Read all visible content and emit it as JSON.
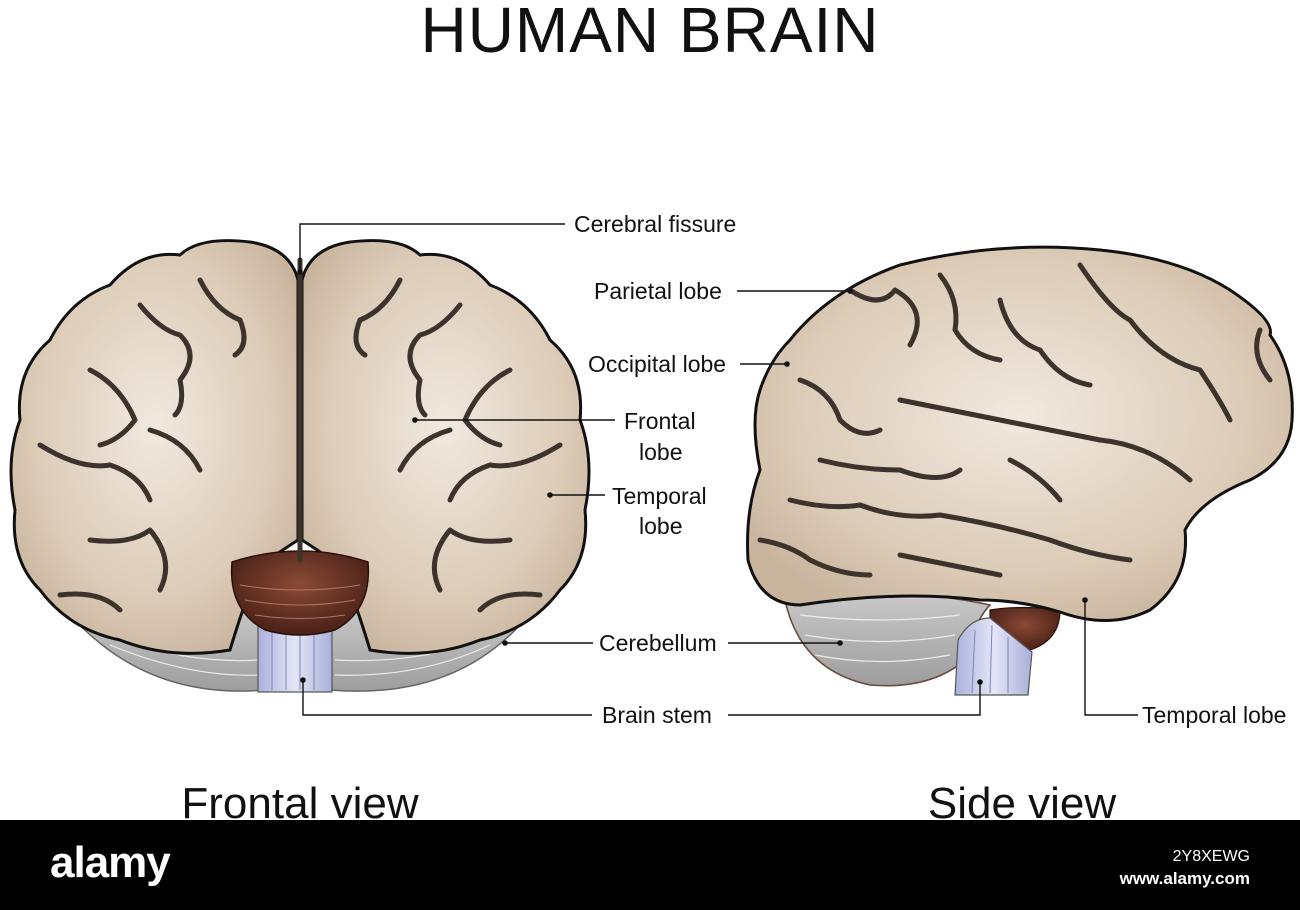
{
  "title": "HUMAN BRAIN",
  "frontal_view": {
    "caption": "Frontal view",
    "labels": {
      "cerebral_fissure": "Cerebral fissure",
      "frontal_lobe_1": "Frontal",
      "frontal_lobe_2": "lobe",
      "temporal_lobe_1": "Temporal",
      "temporal_lobe_2": "lobe",
      "cerebellum": "Cerebellum",
      "brain_stem": "Brain stem"
    }
  },
  "side_view": {
    "caption": "Side view",
    "labels": {
      "parietal_lobe": "Parietal lobe",
      "occipital_lobe": "Occipital lobe",
      "temporal_lobe": "Temporal lobe"
    }
  },
  "footer": {
    "logo": "alamy",
    "image_code": "2Y8XEWG",
    "site": "www.alamy.com"
  },
  "colors": {
    "brain_fill": "#d8c8b3",
    "brain_light": "#ece2d6",
    "sulci": "#3b332c",
    "cerebellum": "#b5b5b5",
    "brain_stem": "#c3c8ea",
    "midbrain": "#6e3424"
  }
}
